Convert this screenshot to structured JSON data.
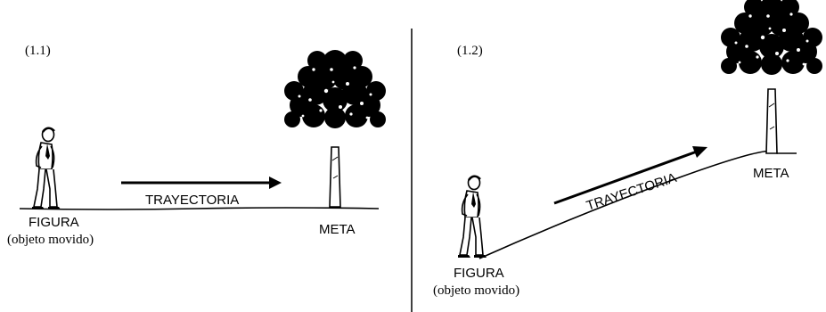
{
  "panel_1": {
    "number": "(1.1)",
    "figure_label": "FIGURA",
    "figure_sublabel": "(objeto movido)",
    "path_label": "TRAYECTORIA",
    "goal_label": "META"
  },
  "panel_2": {
    "number": "(1.2)",
    "figure_label": "FIGURA",
    "figure_sublabel": "(objeto movido)",
    "path_label": "TRAYECTORIA",
    "goal_label": "META"
  },
  "icons": {
    "figure": "person-figure-icon",
    "goal": "tree-icon",
    "path": "arrow-right-icon"
  },
  "colors": {
    "ink": "#000000",
    "paper": "#ffffff"
  }
}
